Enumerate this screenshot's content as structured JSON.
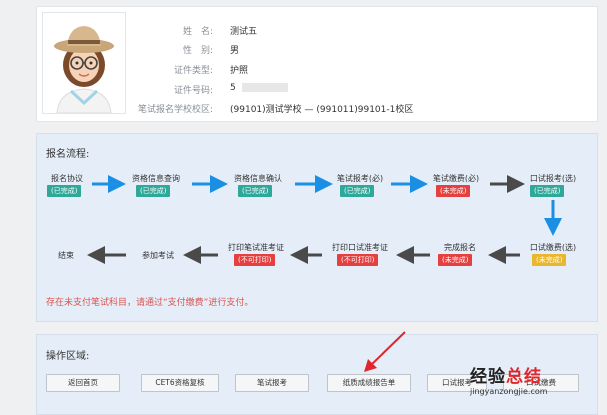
{
  "profile": {
    "fields": [
      {
        "label": "姓　名:",
        "value": "测试五"
      },
      {
        "label": "性　别:",
        "value": "男"
      },
      {
        "label": "证件类型:",
        "value": "护照"
      },
      {
        "label": "证件号码:",
        "value": "5"
      },
      {
        "label": "笔试报名学校校区:",
        "value": "(99101)测试学校 — (991011)99101-1校区"
      }
    ]
  },
  "process": {
    "title": "报名流程:",
    "steps": [
      {
        "label": "报名协议",
        "status": "(已完成)",
        "color": "#2fa89a"
      },
      {
        "label": "资格信息查询",
        "status": "(已完成)",
        "color": "#2fa89a"
      },
      {
        "label": "资格信息确认",
        "status": "(已完成)",
        "color": "#2fa89a"
      },
      {
        "label": "笔试报考(必)",
        "status": "(已完成)",
        "color": "#2fa89a"
      },
      {
        "label": "笔试缴费(必)",
        "status": "(未完成)",
        "color": "#e54040"
      },
      {
        "label": "口试报考(选)",
        "status": "(已完成)",
        "color": "#2fa89a"
      },
      {
        "label": "口试缴费(选)",
        "status": "(未完成)",
        "color": "#e8b72e"
      },
      {
        "label": "完成报名",
        "status": "(未完成)",
        "color": "#e54040"
      },
      {
        "label": "打印口试准考证",
        "status": "(不可打印)",
        "color": "#e54040"
      },
      {
        "label": "打印笔试准考证",
        "status": "(不可打印)",
        "color": "#e54040"
      },
      {
        "label": "参加考试",
        "status": "",
        "color": ""
      },
      {
        "label": "结束",
        "status": "",
        "color": ""
      }
    ],
    "notice": "存在未支付笔试科目，请通过“支付缴费”进行支付。",
    "arrow_blue": "#1a8fe3",
    "arrow_dark": "#4a4a4a"
  },
  "operations": {
    "title": "操作区域:",
    "buttons": [
      "返回首页",
      "CET6资格复核",
      "笔试报考",
      "纸质成绩报告单",
      "口试报考",
      "口试缴费"
    ]
  },
  "watermark": {
    "cn_part1": "经验",
    "cn_part2": "总结",
    "url": "jingyanzongjie.com"
  }
}
